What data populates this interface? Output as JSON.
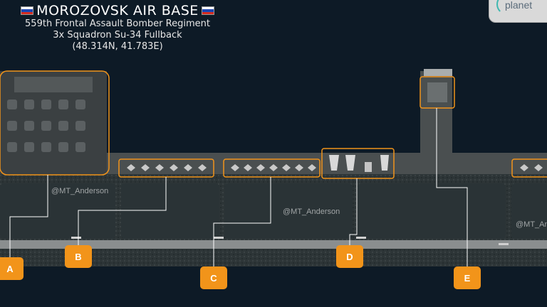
{
  "title": "MOROZOVSK AIR BASE",
  "subtitle_lines": [
    "559th Frontal Assault Bomber Regiment",
    "3x Squadron Su-34 Fullback",
    "(48.314N, 41.783E)"
  ],
  "logo": {
    "text": "planet",
    "icon": "planet-logo-icon"
  },
  "watermarks": [
    "@MT_Anderson",
    "@MT_Anderson",
    "@MT_Anderson"
  ],
  "markers": [
    "A",
    "B",
    "C",
    "D",
    "E"
  ],
  "colors": {
    "background": "#0d1a26",
    "accent": "#f2941a",
    "ground": "#454a4b",
    "grass": "#2a3336",
    "runway": "#8a8e8f"
  }
}
